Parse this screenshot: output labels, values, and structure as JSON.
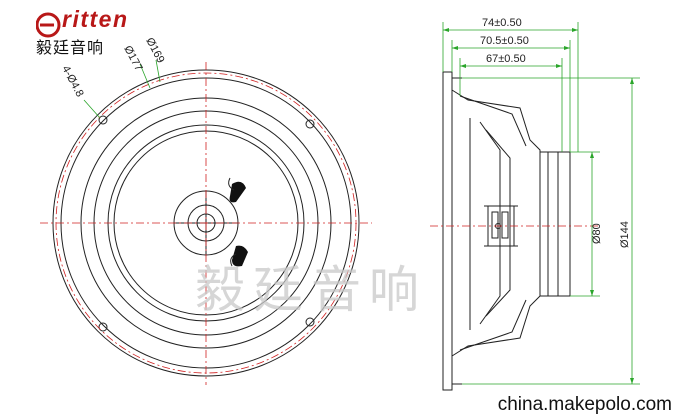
{
  "logo": {
    "brand": "ritten",
    "initial": "E",
    "chinese": "毅廷音响"
  },
  "front_view": {
    "hole_label": "4-Ø4.8",
    "dim_outer": "Ø177",
    "dim_inner": "Ø169"
  },
  "side_view": {
    "width_total": "74±0.50",
    "width_mid": "70.5±0.50",
    "width_inner": "67±0.50",
    "magnet_dia": "Ø80",
    "frame_dia": "Ø144"
  },
  "watermark": "毅廷音响",
  "site": "china.makepolo.com",
  "colors": {
    "line": "#222222",
    "center_line": "#d02020",
    "dimension": "#2aa52a",
    "brand": "#b81818"
  }
}
